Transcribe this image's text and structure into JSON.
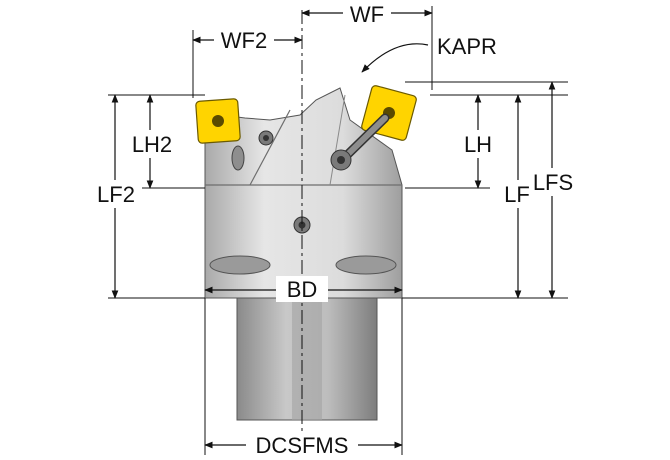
{
  "labels": {
    "wf2": "WF2",
    "wf": "WF",
    "kapr": "KAPR",
    "lh2": "LH2",
    "lh": "LH",
    "lf2": "LF2",
    "lf": "LF",
    "lfs": "LFS",
    "bd": "BD",
    "dcsfms": "DCSFMS"
  },
  "colors": {
    "body_light": "#d9d9d9",
    "body_mid": "#b8b8b8",
    "body_dark": "#8c8c8c",
    "insert": "#ffd400",
    "line": "#111111"
  }
}
